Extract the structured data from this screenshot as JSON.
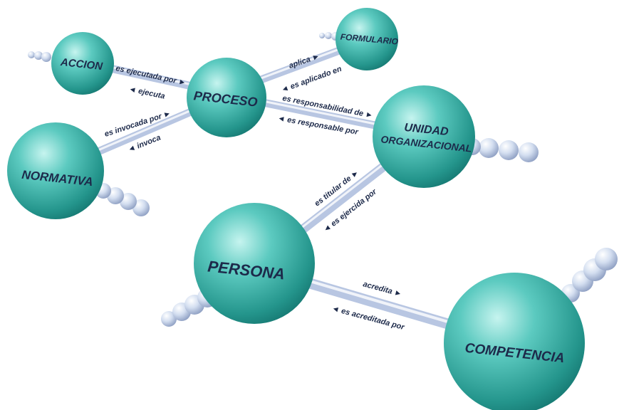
{
  "nodes": {
    "accion": "ACCION",
    "proceso": "PROCESO",
    "formulario": "FORMULARIO",
    "normativa": "NORMATIVA",
    "unidad_line1": "UNIDAD",
    "unidad_line2": "ORGANIZACIONAL",
    "persona": "PERSONA",
    "competencia": "COMPETENCIA"
  },
  "edges": {
    "es_ejecutada_por": "es ejecutada por ►",
    "ejecuta": "◄ ejecuta",
    "aplica": "aplica ►",
    "es_aplicado_en": "◄ es aplicado en",
    "es_invocada_por": "es invocada por ►",
    "invoca": "◄ invoca",
    "es_responsabilidad_de": "es responsabilidad de ►",
    "es_responsable_por": "◄ es responsable por",
    "es_titular_de": "es titular de ►",
    "es_ejercida_por": "◄ es ejercida por",
    "acredita": "acredita ►",
    "es_acreditada_por": "◄ es acreditada por"
  },
  "colors": {
    "sphere_light": "#a8ece6",
    "sphere_mid": "#3fb8ae",
    "sphere_dark": "#14756f",
    "bead_light": "#f4f8ff",
    "bead_dark": "#8fa3c6",
    "text": "#1d2a4a"
  }
}
